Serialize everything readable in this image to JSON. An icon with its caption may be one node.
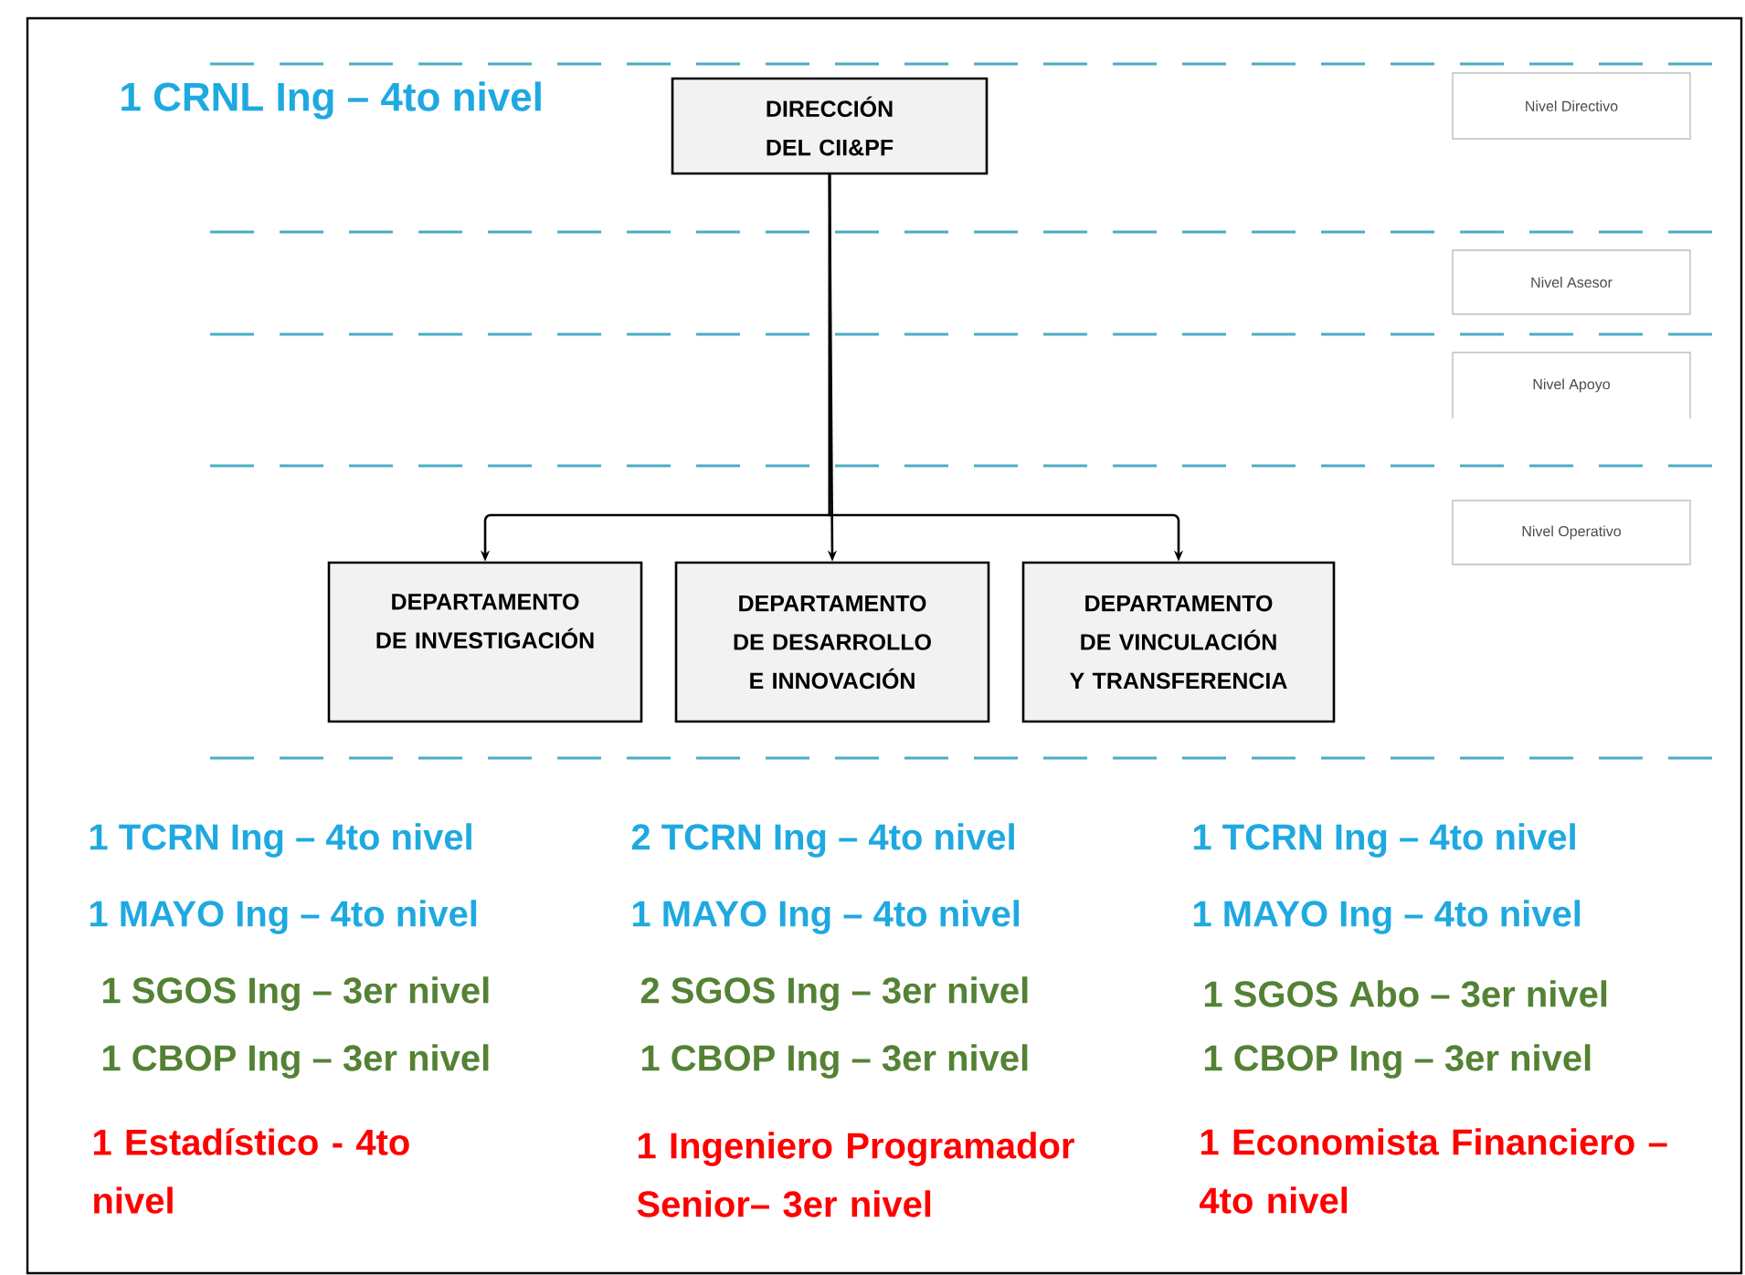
{
  "diagram": {
    "nodes": [
      {
        "text": [
          "DIRECCIÓN DEL CII&PF"
        ]
      },
      {
        "text": [
          "DEPARTAMENTO DE INVESTIGACIÓN"
        ]
      },
      {
        "text": [
          "DEPARTAMENTO DE DESARROLLO E INNOVACIÓN"
        ]
      },
      {
        "text": [
          "DEPARTAMENTO DE VINCULACIÓN Y TRANSFERENCIA"
        ]
      },
      {
        "text": [
          "Nivel Directivo"
        ]
      },
      {
        "text": [
          "Nivel Asesor"
        ]
      },
      {
        "text": [
          "Nivel Apoyo"
        ]
      },
      {
        "text": [
          "Nivel Operativo"
        ]
      }
    ],
    "edges": [
      {
        "from": 0,
        "to": 1,
        "arrow": "to"
      },
      {
        "from": 0,
        "to": 2,
        "arrow": "to"
      },
      {
        "from": 0,
        "to": 3,
        "arrow": "to"
      }
    ],
    "labels": [
      "1 CRNL Ing – 4to nivel",
      "1 TCRN Ing – 4to nivel",
      "2 TCRN Ing – 4to nivel",
      "1 TCRN Ing – 4to nivel",
      "1 MAYO Ing – 4to nivel",
      "1 MAYO Ing – 4to nivel",
      "1 MAYO Ing – 4to nivel",
      "1 SGOS Ing – 3er nivel",
      "2 SGOS Ing – 3er nivel",
      "1 SGOS Abo – 3er nivel",
      "1 CBOP Ing – 3er nivel",
      "1 CBOP Ing – 3er nivel",
      "1 CBOP Ing – 3er nivel",
      "1 Estadístico - 4to nivel",
      "1 Ingeniero Programador Senior– 3er nivel",
      "1 Economista Financiero –4to nivel"
    ]
  }
}
